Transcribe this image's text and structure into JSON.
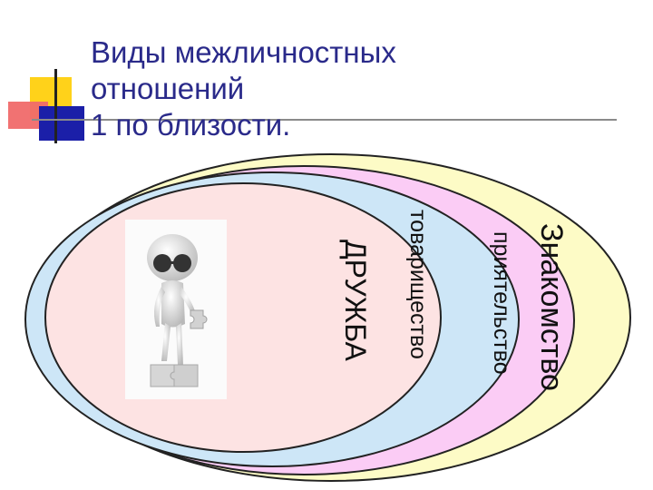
{
  "slide": {
    "title": "Виды межличностных\nотношений\n1 по близости."
  },
  "diagram": {
    "levels": [
      {
        "label": "Знакомство",
        "color": "#fdfbc6"
      },
      {
        "label": "приятельство",
        "color": "#fbccf5"
      },
      {
        "label": "товарищество",
        "color": "#cde6f7"
      },
      {
        "label": "ДРУЖБА",
        "color": "#fde3e3"
      }
    ]
  },
  "image": {
    "description_icon": "person-with-puzzle-figure"
  }
}
